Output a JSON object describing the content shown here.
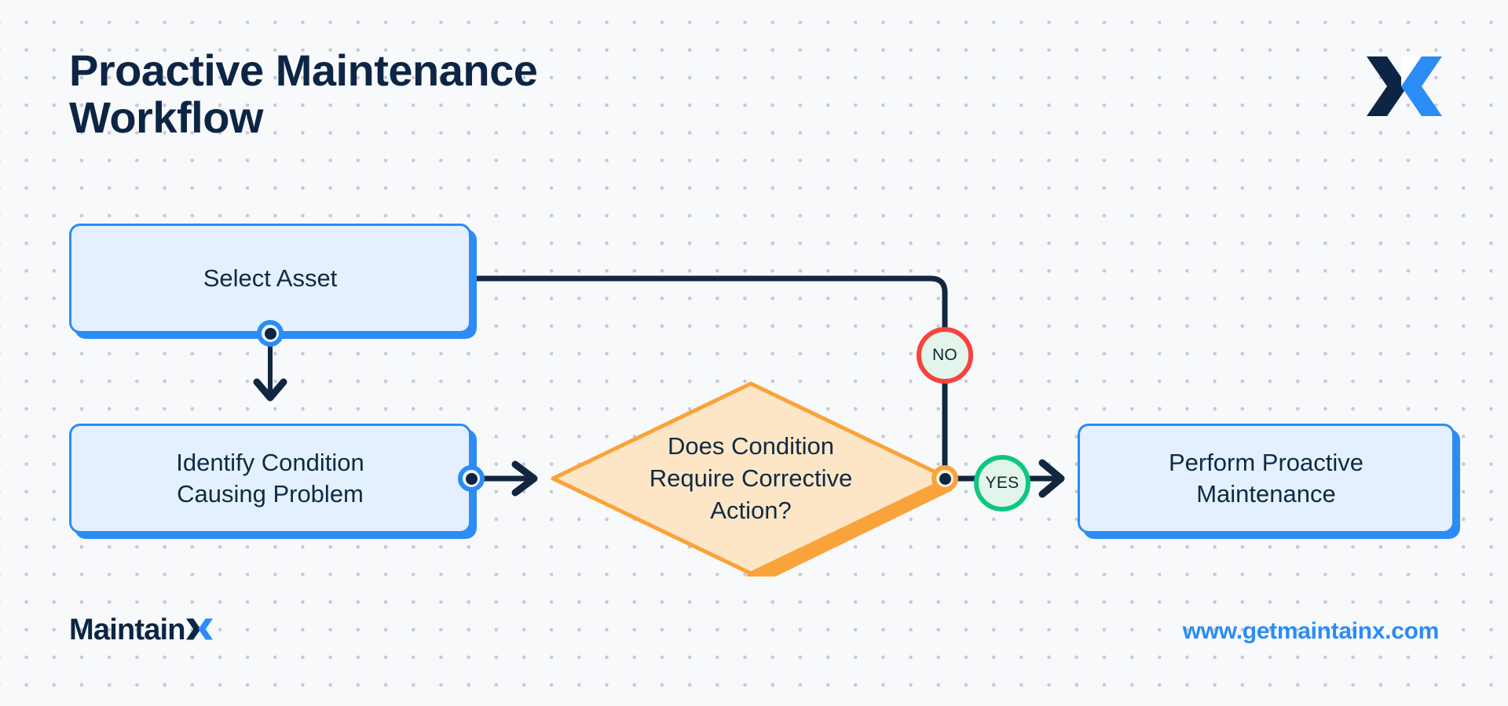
{
  "page": {
    "title": "Proactive Maintenance\nWorkflow",
    "background_color": "#f7f9fb",
    "dot_grid_color": "#c6cbd4"
  },
  "brand": {
    "logo_icon": "maintainx-x-icon",
    "wordmark_text": "Maintain",
    "wordmark_x_icon": "maintainx-x-icon",
    "url": "www.getmaintainx.com",
    "navy": "#0d2544",
    "blue": "#2b8cf5"
  },
  "flowchart": {
    "nodes": [
      {
        "id": "select-asset",
        "type": "process",
        "label": "Select Asset",
        "fill": "#e4f0fd",
        "border": "#2b8cf5"
      },
      {
        "id": "identify-condition",
        "type": "process",
        "label": "Identify Condition\nCausing Problem",
        "fill": "#e4f0fd",
        "border": "#2b8cf5"
      },
      {
        "id": "decision",
        "type": "decision",
        "label": "Does Condition\nRequire Corrective\nAction?",
        "fill": "#fce6c6",
        "border": "#f9a33a"
      },
      {
        "id": "perform-maintenance",
        "type": "process",
        "label": "Perform Proactive\nMaintenance",
        "fill": "#e4f0fd",
        "border": "#2b8cf5"
      }
    ],
    "branches": [
      {
        "id": "no",
        "label": "NO",
        "border": "#f8423c",
        "fill": "#e3f5ea"
      },
      {
        "id": "yes",
        "label": "YES",
        "border": "#0ec77f",
        "fill": "#e3f5ea"
      }
    ],
    "connector_color": "#12263f"
  }
}
